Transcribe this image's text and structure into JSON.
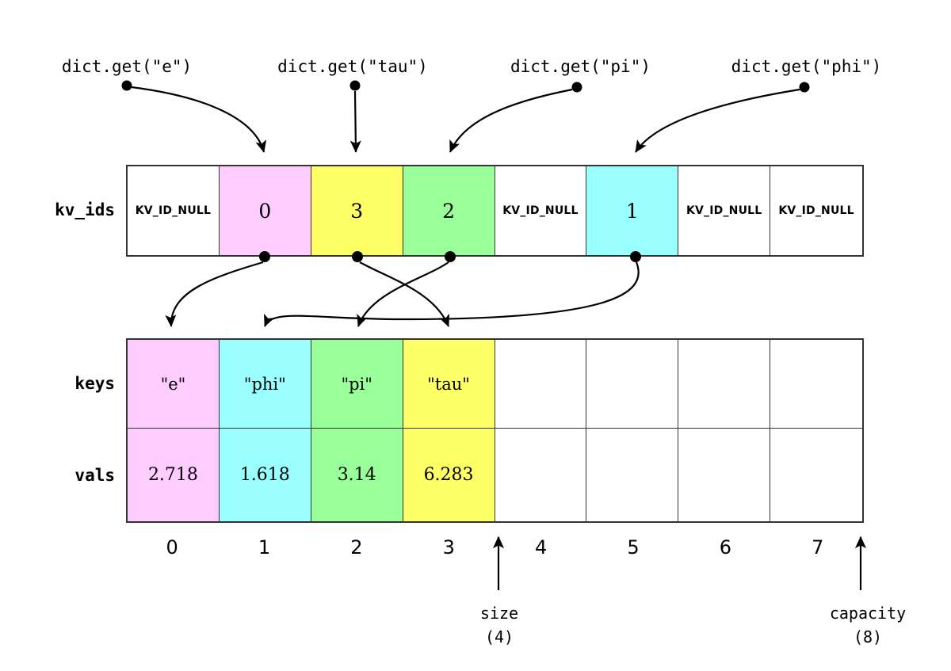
{
  "diagram": {
    "title": "open-addressing dict layout",
    "colors": {
      "pink": "#ffccff",
      "yellow": "#ffff66",
      "green": "#99ff99",
      "cyan": "#99ffff",
      "white": "#ffffff",
      "stroke": "#333333",
      "text": "#000000"
    }
  },
  "callouts": [
    {
      "label": "dict.get(\"e\")"
    },
    {
      "label": "dict.get(\"tau\")"
    },
    {
      "label": "dict.get(\"pi\")"
    },
    {
      "label": "dict.get(\"phi\")"
    }
  ],
  "rows": {
    "kv_ids": {
      "label": "kv_ids",
      "cells": [
        {
          "text": "KV_ID_NULL",
          "color": "#ffffff",
          "null": true
        },
        {
          "text": "0",
          "color": "#ffccff",
          "null": false
        },
        {
          "text": "3",
          "color": "#ffff66",
          "null": false
        },
        {
          "text": "2",
          "color": "#99ff99",
          "null": false
        },
        {
          "text": "KV_ID_NULL",
          "color": "#ffffff",
          "null": true
        },
        {
          "text": "1",
          "color": "#99ffff",
          "null": false
        },
        {
          "text": "KV_ID_NULL",
          "color": "#ffffff",
          "null": true
        },
        {
          "text": "KV_ID_NULL",
          "color": "#ffffff",
          "null": true
        }
      ]
    },
    "keys": {
      "label": "keys",
      "cells": [
        {
          "text": "\"e\"",
          "color": "#ffccff"
        },
        {
          "text": "\"phi\"",
          "color": "#99ffff"
        },
        {
          "text": "\"pi\"",
          "color": "#99ff99"
        },
        {
          "text": "\"tau\"",
          "color": "#ffff66"
        },
        {
          "text": "",
          "color": "#ffffff"
        },
        {
          "text": "",
          "color": "#ffffff"
        },
        {
          "text": "",
          "color": "#ffffff"
        },
        {
          "text": "",
          "color": "#ffffff"
        }
      ]
    },
    "vals": {
      "label": "vals",
      "cells": [
        {
          "text": "2.718",
          "color": "#ffccff"
        },
        {
          "text": "1.618",
          "color": "#99ffff"
        },
        {
          "text": "3.14",
          "color": "#99ff99"
        },
        {
          "text": "6.283",
          "color": "#ffff66"
        },
        {
          "text": "",
          "color": "#ffffff"
        },
        {
          "text": "",
          "color": "#ffffff"
        },
        {
          "text": "",
          "color": "#ffffff"
        },
        {
          "text": "",
          "color": "#ffffff"
        }
      ]
    }
  },
  "index_labels": [
    "0",
    "1",
    "2",
    "3",
    "4",
    "5",
    "6",
    "7"
  ],
  "markers": [
    {
      "name": "size",
      "label": "size",
      "value": "(4)"
    },
    {
      "name": "capacity",
      "label": "capacity",
      "value": "(8)"
    }
  ]
}
